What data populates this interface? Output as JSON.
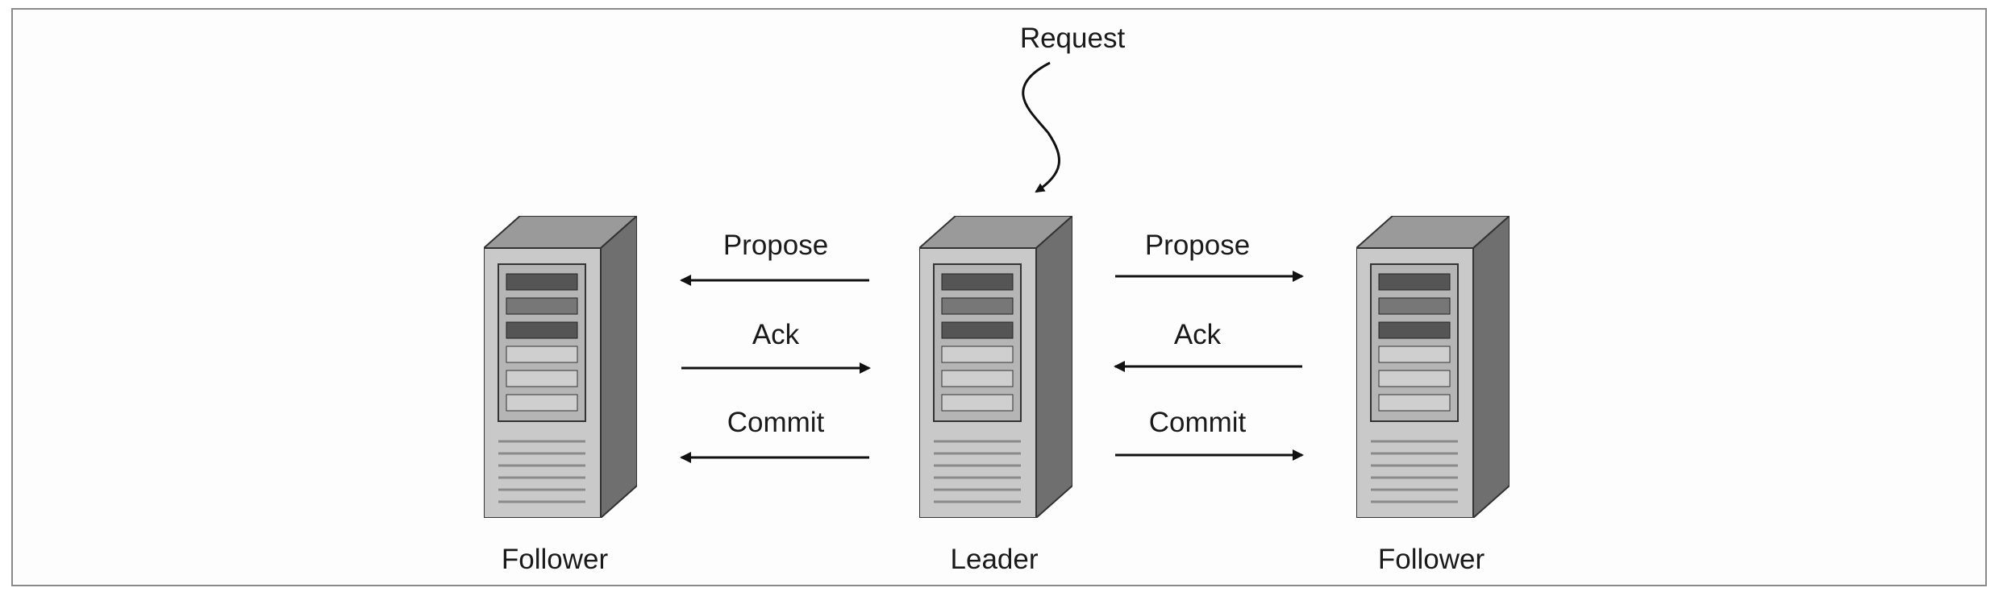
{
  "diagram": {
    "request_label": "Request",
    "nodes": [
      {
        "id": "follower-left",
        "label": "Follower"
      },
      {
        "id": "leader",
        "label": "Leader"
      },
      {
        "id": "follower-right",
        "label": "Follower"
      }
    ],
    "left_messages": [
      {
        "label": "Propose",
        "direction": "leader-to-follower"
      },
      {
        "label": "Ack",
        "direction": "follower-to-leader"
      },
      {
        "label": "Commit",
        "direction": "leader-to-follower"
      }
    ],
    "right_messages": [
      {
        "label": "Propose",
        "direction": "leader-to-follower"
      },
      {
        "label": "Ack",
        "direction": "follower-to-leader"
      },
      {
        "label": "Commit",
        "direction": "leader-to-follower"
      }
    ],
    "colors": {
      "server_front": "#c9c9c9",
      "server_side": "#6f6f6f",
      "server_top": "#9a9a9a",
      "arrow": "#111111"
    }
  }
}
